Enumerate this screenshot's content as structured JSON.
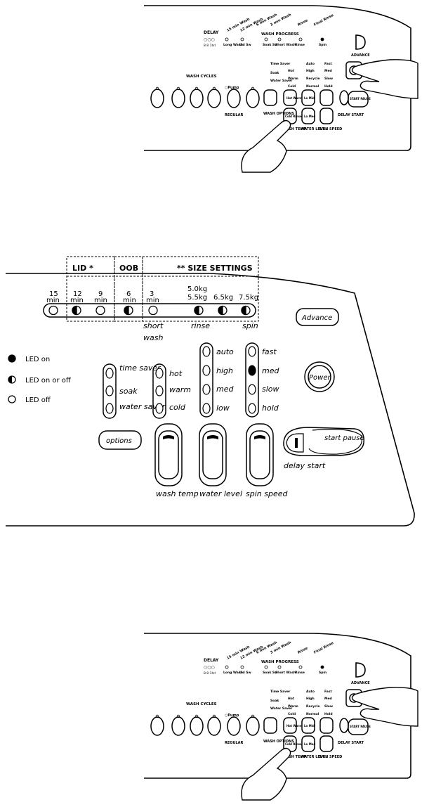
{
  "top_panel": {
    "delay_title": "DELAY",
    "delay_marks": "○○○",
    "delay_numbers": "8  8  1hrl",
    "progress_diag": [
      "15 min Wash",
      "12 min Wash",
      "6 min Wash",
      "3 min Wash",
      "Rinse",
      "Final Rinse"
    ],
    "wash_progress_title": "WASH PROGRESS",
    "progress_labels": [
      "Long Wash",
      "Lid Sw",
      "Soak Sw",
      "Short Wash",
      "Rinse",
      "Spin"
    ],
    "advance": "ADVANCE",
    "wash_cycles_title": "WASH CYCLES",
    "pump": "○Pump",
    "regular": "REGULAR",
    "option_labels": [
      "Time Saver",
      "Soak",
      "Water Saver"
    ],
    "temp_labels": [
      "Hot",
      "Warm",
      "Cold"
    ],
    "level_labels": [
      "Auto",
      "High",
      "Recycle",
      "Normal"
    ],
    "speed_labels": [
      "Fast",
      "Med",
      "Slow",
      "Hold"
    ],
    "wash_options": "WASH OPTIONS",
    "wash_temp": "WASH TEMP",
    "water_level": "WATER LEVEL",
    "spin_speed": "SPIN SPEED",
    "delay_start": "DELAY START",
    "start_pause": "START PAUSE",
    "btn_hot": "Hot Warm",
    "btn_auto": "Lo Mid",
    "btn_cold": "Cold Rinse",
    "btn_lo": "Lo Med"
  },
  "middle_panel": {
    "lid_header": "LID *",
    "oob_header": "OOB",
    "size_header": "** SIZE SETTINGS",
    "times": [
      {
        "top": "15",
        "bottom": "min"
      },
      {
        "top": "12",
        "bottom": "min"
      },
      {
        "top": "9",
        "bottom": "min"
      },
      {
        "top": "6",
        "bottom": "min"
      },
      {
        "top": "3",
        "bottom": "min"
      }
    ],
    "size_5": "5.0kg",
    "size_55": "5.5kg",
    "size_65": "6.5kg",
    "size_75": "7.5kg",
    "stage_short": "short",
    "stage_wash": "wash",
    "stage_rinse": "rinse",
    "stage_spin": "spin",
    "advance": "Advance",
    "legend": [
      "LED on",
      "LED on or off",
      "LED off"
    ],
    "options_col": [
      "time saver",
      "soak",
      "water saver"
    ],
    "temp_col": [
      "hot",
      "warm",
      "cold"
    ],
    "level_col": [
      "auto",
      "high",
      "med",
      "low"
    ],
    "speed_col": [
      "fast",
      "med",
      "slow",
      "hold"
    ],
    "power": "Power",
    "options_btn": "options",
    "start_pause": "start pause",
    "delay_start": "delay start",
    "wash_temp": "wash temp",
    "water_level": "water level",
    "spin_speed": "spin speed"
  }
}
